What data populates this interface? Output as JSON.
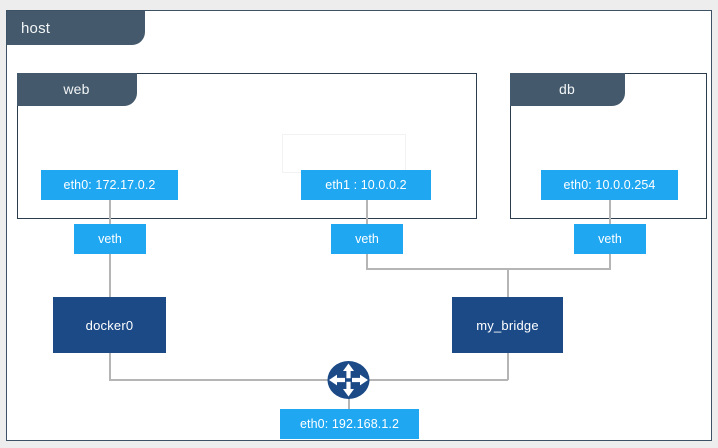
{
  "diagram": {
    "type": "network-topology",
    "title": "host",
    "host": {
      "label": "host"
    },
    "namespaces": [
      {
        "name": "web",
        "label": "web"
      },
      {
        "name": "db",
        "label": "db"
      }
    ],
    "interfaces": [
      {
        "id": "web-eth0",
        "label": "eth0: 172.17.0.2",
        "parent": "web",
        "address": "172.17.0.2"
      },
      {
        "id": "web-eth1",
        "label": "eth1 : 10.0.0.2",
        "parent": "web",
        "address": "10.0.0.2"
      },
      {
        "id": "db-eth0",
        "label": "eth0: 10.0.0.254",
        "parent": "db",
        "address": "10.0.0.254"
      },
      {
        "id": "host-eth0",
        "label": "eth0: 192.168.1.2",
        "parent": "host",
        "address": "192.168.1.2"
      }
    ],
    "veths": [
      {
        "id": "veth-1",
        "label": "veth"
      },
      {
        "id": "veth-2",
        "label": "veth"
      },
      {
        "id": "veth-3",
        "label": "veth"
      }
    ],
    "bridges": [
      {
        "id": "docker0",
        "label": "docker0"
      },
      {
        "id": "my_bridge",
        "label": "my_bridge"
      }
    ],
    "router": {
      "id": "router",
      "icon": "router-icon"
    },
    "links": [
      {
        "from": "web-eth0",
        "to": "veth-1"
      },
      {
        "from": "veth-1",
        "to": "docker0"
      },
      {
        "from": "web-eth1",
        "to": "veth-2"
      },
      {
        "from": "db-eth0",
        "to": "veth-3"
      },
      {
        "from": "veth-2",
        "to": "my_bridge"
      },
      {
        "from": "veth-3",
        "to": "my_bridge"
      },
      {
        "from": "docker0",
        "to": "router"
      },
      {
        "from": "my_bridge",
        "to": "router"
      },
      {
        "from": "router",
        "to": "host-eth0"
      }
    ],
    "colors": {
      "page_background": "#ededed",
      "panel_background": "#ffffff",
      "tab_fill": "#44596b",
      "panel_border": "#3e5266",
      "interface_fill": "#1fa7f2",
      "bridge_fill": "#1b4a87",
      "wire": "#b5b5b5",
      "router_fill": "#1b4a87"
    }
  }
}
